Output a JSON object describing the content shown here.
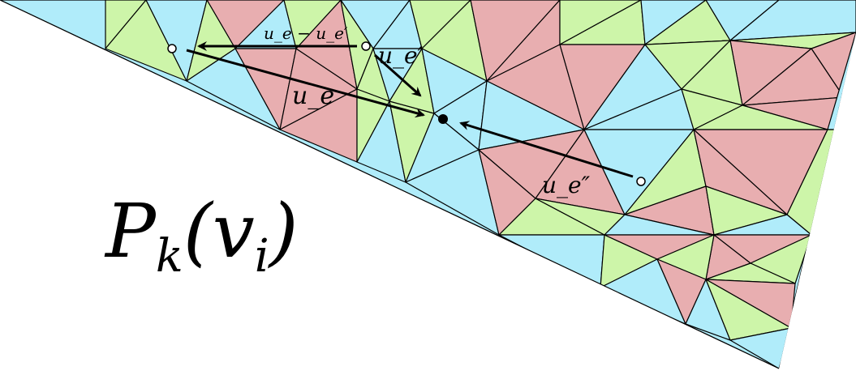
{
  "colors": {
    "blue": "#b0ecfa",
    "green": "#cdf5a9",
    "pink": "#e8aeb0",
    "edge": "#000000",
    "background": "#ffffff"
  },
  "labels": {
    "diff": "u_e − u_e′",
    "ue_prime": "u_e′",
    "ue": "u_e",
    "ue_double_prime": "u_e″",
    "main_P": "P",
    "main_k": "k",
    "main_v": "(v",
    "main_i": "i",
    "main_close": ")"
  }
}
